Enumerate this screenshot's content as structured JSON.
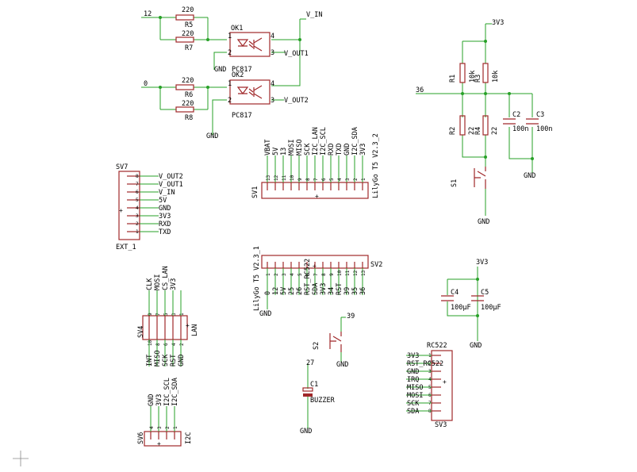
{
  "nets": {
    "n12": "12",
    "n0": "0",
    "v_in": "V_IN",
    "v_out1": "V_OUT1",
    "v_out2": "V_OUT2",
    "gnd": "GND",
    "v3": "3V3",
    "n36": "36",
    "n39": "39",
    "n27": "27"
  },
  "parts": {
    "r5": {
      "name": "R5",
      "value": "220"
    },
    "r7": {
      "name": "R7",
      "value": "220"
    },
    "r6": {
      "name": "R6",
      "value": "220"
    },
    "r8": {
      "name": "R8",
      "value": "220"
    },
    "ok1": {
      "name": "OK1",
      "value": "PC817"
    },
    "ok2": {
      "name": "OK2",
      "value": "PC817"
    },
    "r1": {
      "name": "R1",
      "value": "10k"
    },
    "r3": {
      "name": "R3",
      "value": "10k"
    },
    "r2": {
      "name": "R2",
      "value": "22"
    },
    "r4": {
      "name": "R4",
      "value": "22"
    },
    "c2": {
      "name": "C2",
      "value": "100n"
    },
    "c3": {
      "name": "C3",
      "value": "100n"
    },
    "s1": {
      "name": "S1"
    },
    "s2": {
      "name": "S2"
    },
    "c4": {
      "name": "C4",
      "value": "100µF"
    },
    "c5": {
      "name": "C5",
      "value": "100µF"
    },
    "c1": {
      "name": "C1",
      "value": "BUZZER"
    },
    "sv7": {
      "name": "SV7",
      "value": "EXT_1",
      "signals": [
        "V_OUT2",
        "V_OUT1",
        "V_IN",
        "5V",
        "GND",
        "3V3",
        "RXD",
        "TXD"
      ],
      "pins": [
        "8",
        "7",
        "6",
        "5",
        "4",
        "3",
        "2",
        "1"
      ]
    },
    "sv1": {
      "name": "SV1",
      "value": "LilyGo T5 V2.3_2",
      "signals": [
        "VBAT",
        "5V",
        "13",
        "MOSI",
        "MISO",
        "SCK",
        "I2C_LAN",
        "I2C_SCL",
        "RXD",
        "TXD",
        "GND",
        "I2C_SDA",
        "3V3"
      ],
      "pins": [
        "13",
        "12",
        "11",
        "10",
        "9",
        "8",
        "7",
        "6",
        "5",
        "4",
        "3",
        "2",
        "1"
      ]
    },
    "sv2": {
      "name": "SV2",
      "value": "LilyGo T5 V2.3_1",
      "signals": [
        "0",
        "12",
        "5V",
        "25",
        "26",
        "RST_RC522",
        "SDA",
        "3V3",
        "34",
        "RST",
        "39",
        "35",
        "36"
      ],
      "pins": [
        "1",
        "2",
        "3",
        "4",
        "5",
        "6",
        "7",
        "8",
        "9",
        "10",
        "11",
        "12",
        "13"
      ]
    },
    "sv4": {
      "name": "SV4",
      "value": "LAN",
      "top_signals": [
        "CLK",
        "MOSI",
        "CS_LAN",
        "3V3"
      ],
      "top_pins": [
        "9",
        "7",
        "5",
        "3",
        "1"
      ],
      "bottom_signals": [
        "INT",
        "MISO",
        "SCK",
        "RST",
        "GND"
      ],
      "bottom_pins": [
        "10",
        "8",
        "6",
        "4",
        "2"
      ]
    },
    "sv6": {
      "name": "SV6",
      "value": "I2C",
      "signals": [
        "GND",
        "3V3",
        "I2C_SCL",
        "I2C_SDA"
      ],
      "pins": [
        "4",
        "3",
        "2",
        "1"
      ]
    },
    "sv3": {
      "name": "SV3",
      "value": "RC522",
      "signals": [
        "3V3",
        "RST_RC522",
        "GND",
        "IRQ",
        "MISO",
        "MOSI",
        "SCK",
        "SDA"
      ],
      "pins": [
        "1",
        "2",
        "3",
        "4",
        "5",
        "6",
        "7",
        "8"
      ]
    }
  }
}
